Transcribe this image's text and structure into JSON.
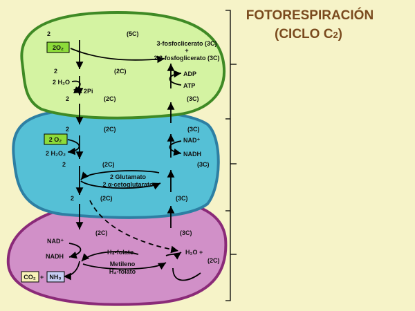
{
  "title": {
    "line1": "FOTORESPIRACIÓN",
    "line2": "(CICLO C",
    "line2_sub": "2",
    "line2_end": ")"
  },
  "colors": {
    "chloroplast_fill": "#d4f3a2",
    "chloroplast_stroke": "#3f8a25",
    "peroxisome_fill": "#55c0d6",
    "peroxisome_stroke": "#2d7fa3",
    "mitochondrion_fill": "#d190c8",
    "mitochondrion_stroke": "#8a2a78",
    "bg": "#f6f3c8",
    "title": "#7a4a1e"
  },
  "chloroplast": {
    "n2_top": "2",
    "five_c": "(5C)",
    "o2_box": "2O₂",
    "fosfo1": "3-fosfoclicerato (3C)",
    "plus": "+",
    "fosfo2": "2 3-fosfoglicerato (3C)",
    "n2_mid": "2",
    "two_c_a": "(2C)",
    "h2o": "2 H₂O",
    "pi": "2Pi",
    "adp": "ADP",
    "atp": "ATP",
    "n2_low": "2",
    "two_c_b": "(2C)",
    "three_c": "(3C)"
  },
  "peroxisome": {
    "n2_a": "2",
    "two_c_a": "(2C)",
    "three_c_a": "(3C)",
    "o2_box": "2 O₂",
    "nad": "NAD⁺",
    "h2o2": "2 H₂O₂",
    "nadh": "NADH",
    "n2_b": "2",
    "two_c_b": "(2C)",
    "three_c_b": "(3C)",
    "glutamato": "2 Glutamato",
    "cetoglutarato": "2 α-cetoglutarato",
    "n2_c": "2",
    "two_c_c": "(2C)",
    "three_c_c": "(3C)"
  },
  "mitochondrion": {
    "two_c": "(2C)",
    "three_c": "(3C)",
    "nad": "NAD⁺",
    "nadh": "NADH",
    "h4folato": "H₄-folato",
    "h2o": "H₂O +",
    "two_c_right": "(2C)",
    "metileno1": "Metileno",
    "metileno2": "H₄-folato",
    "co2": "CO₂",
    "plus": "+",
    "nh3": "NH₃"
  }
}
